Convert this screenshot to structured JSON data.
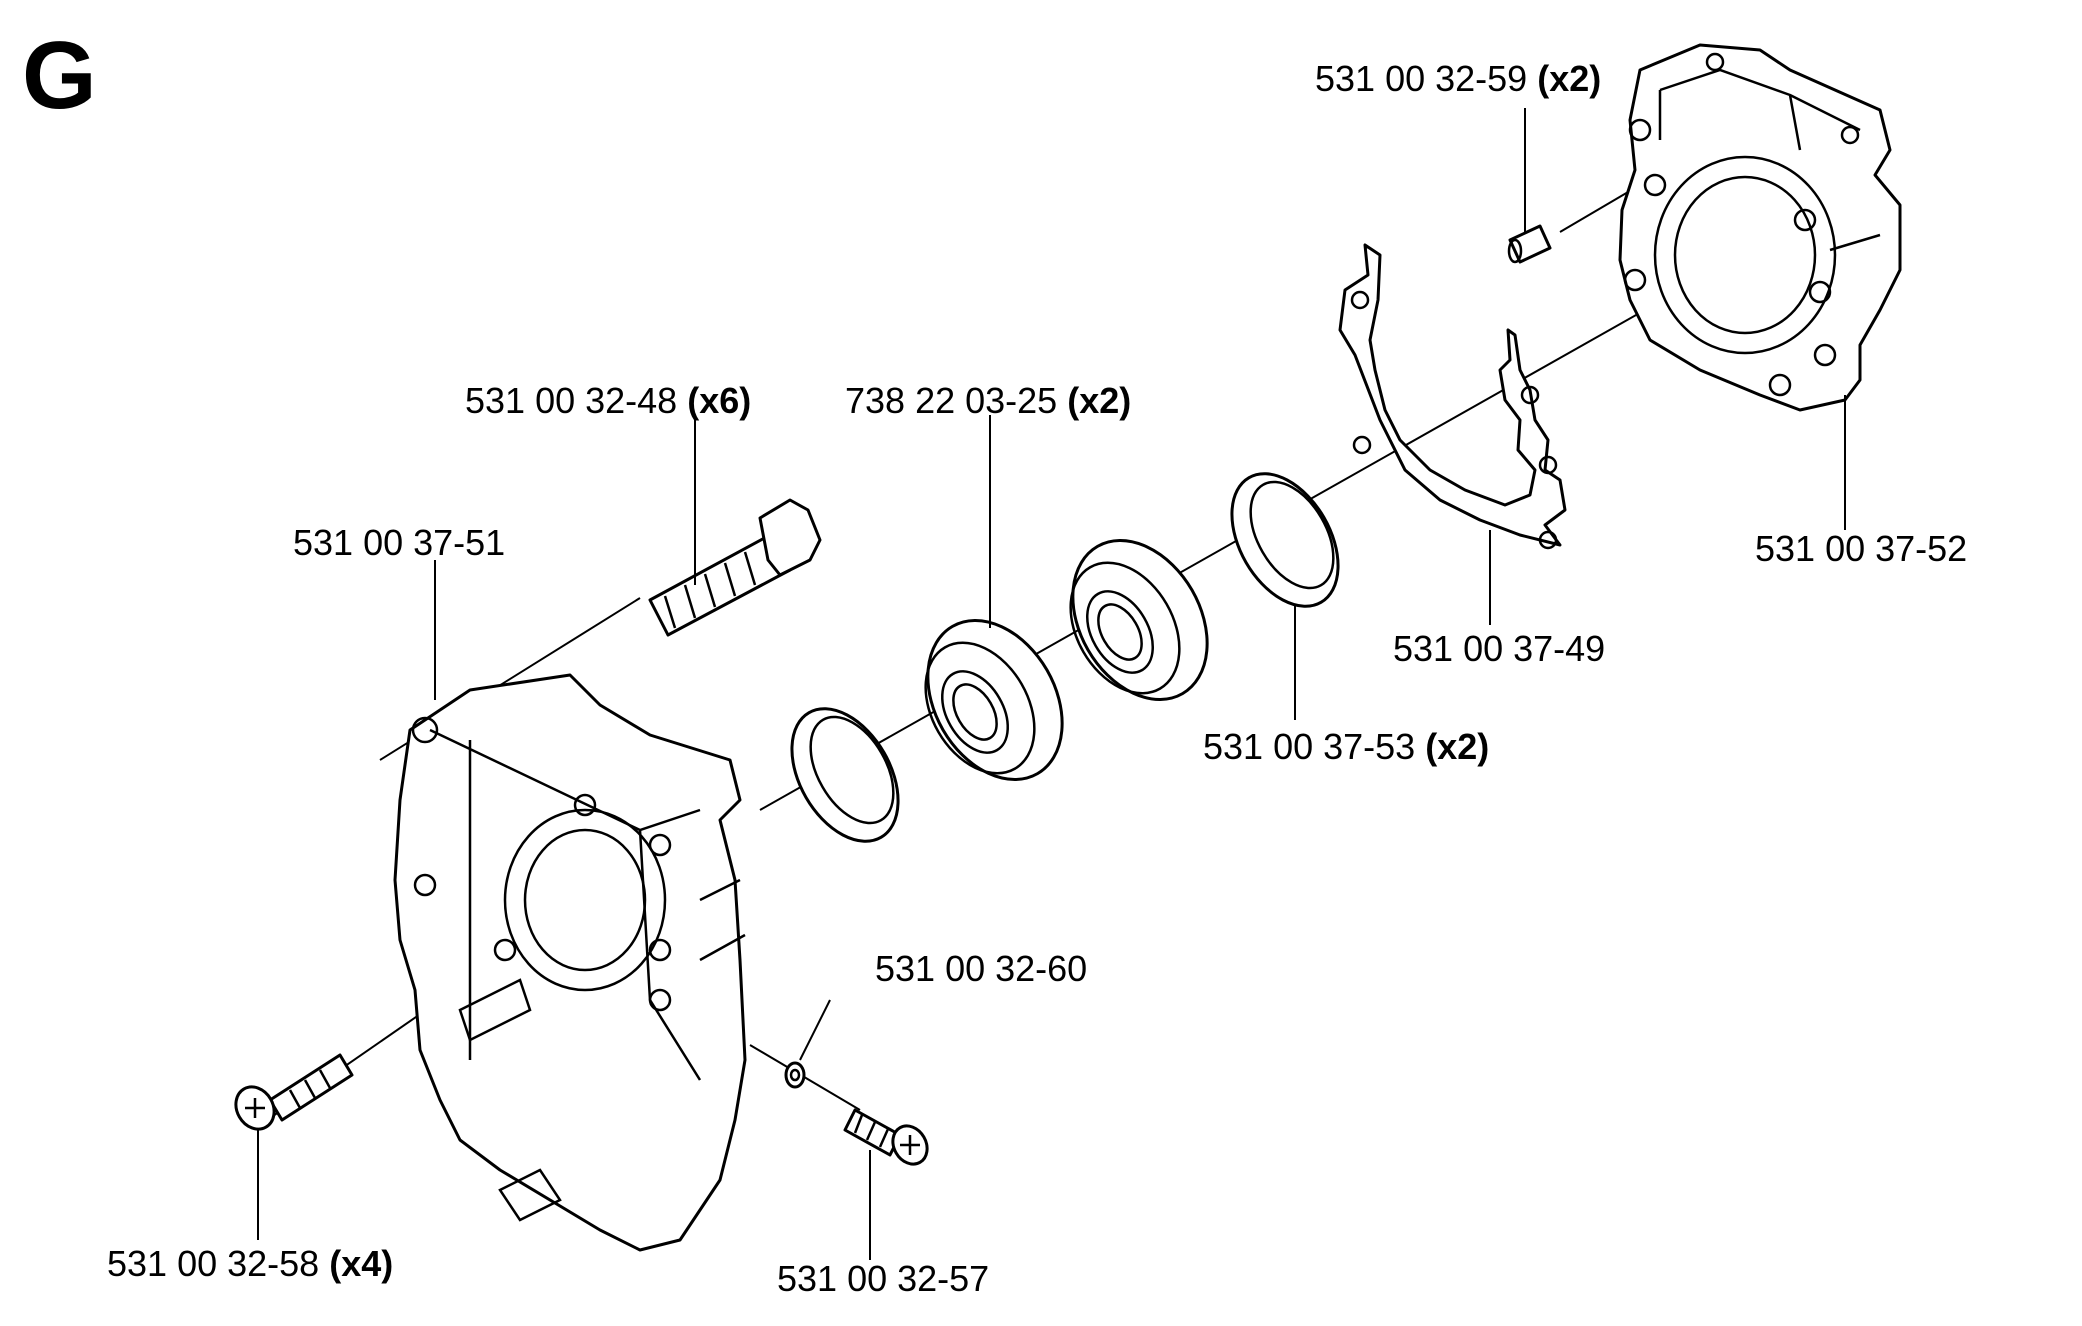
{
  "diagram": {
    "section_letter": "G",
    "labels": {
      "pin": {
        "part": "531 00 32-59",
        "qty": "(x2)"
      },
      "bolt": {
        "part": "531 00 32-48",
        "qty": "(x6)"
      },
      "bearing": {
        "part": "738 22 03-25",
        "qty": "(x2)"
      },
      "left_half": {
        "part": "531 00 37-51",
        "qty": ""
      },
      "right_half": {
        "part": "531 00 37-52",
        "qty": ""
      },
      "gasket": {
        "part": "531 00 37-49",
        "qty": ""
      },
      "seal": {
        "part": "531 00 37-53",
        "qty": "(x2)"
      },
      "washer": {
        "part": "531 00 32-60",
        "qty": ""
      },
      "screw_small": {
        "part": "531 00 32-57",
        "qty": ""
      },
      "screw_long": {
        "part": "531 00 32-58",
        "qty": "(x4)"
      }
    }
  }
}
